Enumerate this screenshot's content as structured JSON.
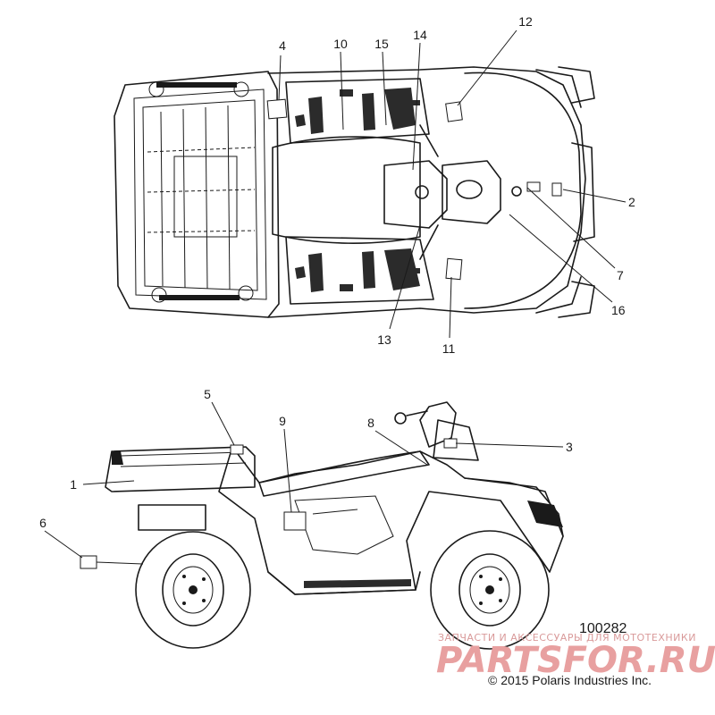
{
  "diagram": {
    "reference_number": "100282",
    "copyright": "© 2015 Polaris Industries Inc.",
    "watermark": {
      "tagline": "ЗАПЧАСТИ И АКСЕССУАРЫ ДЛЯ МОТОТЕХНИКИ",
      "brand": "PARTSFOR.RU"
    },
    "callouts": {
      "c1": "1",
      "c2": "2",
      "c3": "3",
      "c4": "4",
      "c5": "5",
      "c6": "6",
      "c7": "7",
      "c8": "8",
      "c9": "9",
      "c10": "10",
      "c11": "11",
      "c12": "12",
      "c13": "13",
      "c14": "14",
      "c15": "15",
      "c16": "16"
    }
  }
}
